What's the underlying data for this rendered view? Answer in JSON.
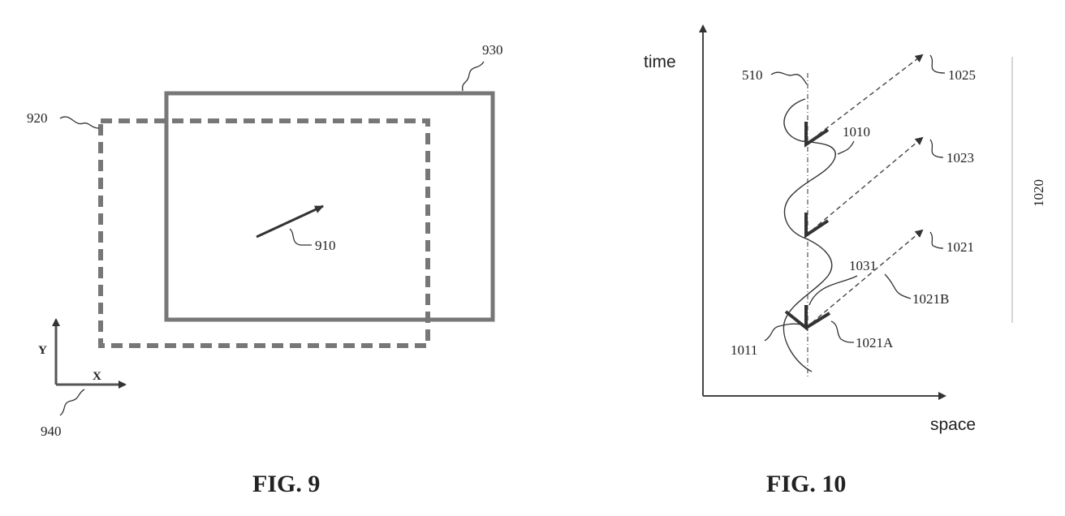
{
  "fig9": {
    "caption": "FIG. 9",
    "labels": {
      "motion_vector": "910",
      "first_frame": "920",
      "second_frame": "930",
      "coordinate_axes": "940"
    },
    "axes": {
      "x": "X",
      "y": "Y"
    }
  },
  "fig10": {
    "caption": "FIG. 10",
    "axes": {
      "vertical": "time",
      "horizontal": "space"
    },
    "labels": {
      "reference_line": "510",
      "trajectory": "1010",
      "sample_point": "1011",
      "group_bracket": "1020",
      "projection_1": "1021",
      "projection_1_a": "1021A",
      "projection_1_b": "1021B",
      "projection_2": "1023",
      "projection_3": "1025",
      "arrow_mark": "1031"
    }
  }
}
